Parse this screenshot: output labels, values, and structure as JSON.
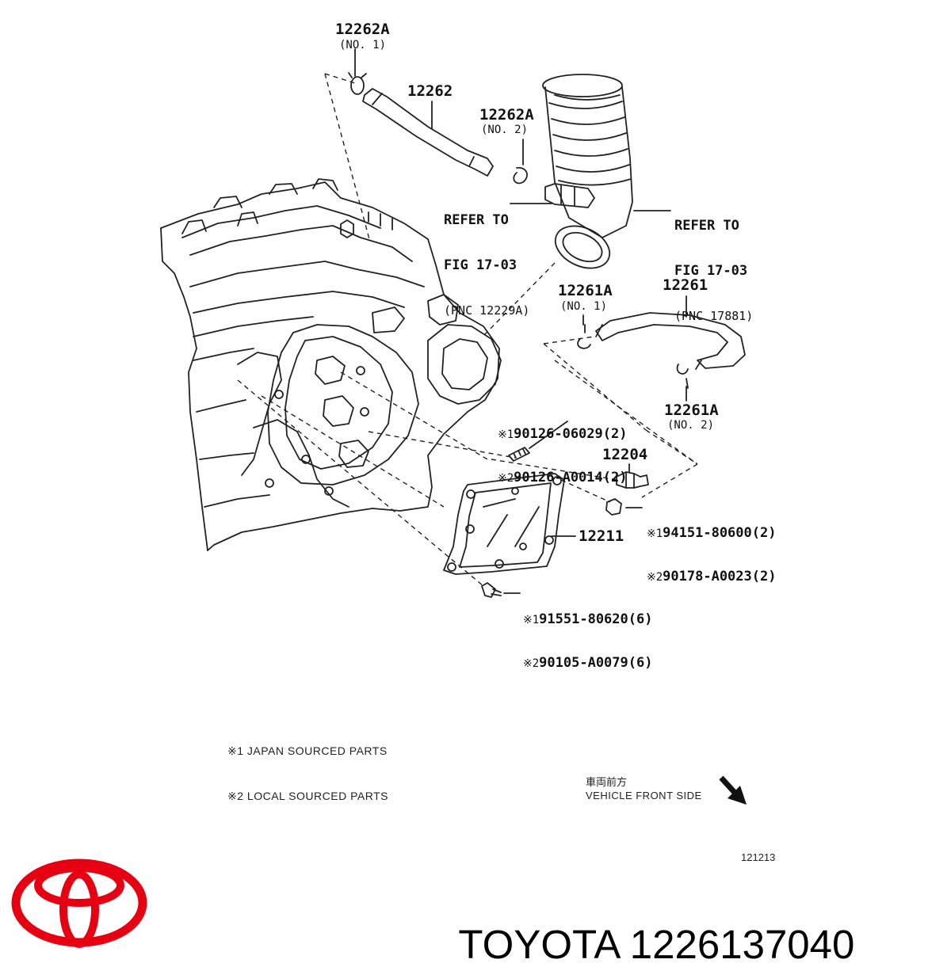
{
  "callouts": {
    "c12262A_1": {
      "num": "12262A",
      "sub": "(NO. 1)"
    },
    "c12262": {
      "num": "12262"
    },
    "c12262A_2": {
      "num": "12262A",
      "sub": "(NO. 2)"
    },
    "refer_left": {
      "line1": "REFER TO",
      "line2": "FIG 17-03",
      "line3": "(PNC 12229A)"
    },
    "refer_right": {
      "line1": "REFER TO",
      "line2": "FIG 17-03",
      "line3": "(PNC 17881)"
    },
    "c12261A_1": {
      "num": "12261A",
      "sub": "(NO. 1)"
    },
    "c12261": {
      "num": "12261"
    },
    "c12261A_2": {
      "num": "12261A",
      "sub": "(NO. 2)"
    },
    "stud": {
      "mark1": "※1",
      "line1": "90126-06029(2)",
      "mark2": "※2",
      "line2": "90126-A0014(2)"
    },
    "c12204": {
      "num": "12204"
    },
    "nut": {
      "mark1": "※1",
      "line1": "94151-80600(2)",
      "mark2": "※2",
      "line2": "90178-A0023(2)"
    },
    "c12211": {
      "num": "12211"
    },
    "bolt": {
      "mark1": "※1",
      "line1": "91551-80620(6)",
      "mark2": "※2",
      "line2": "90105-A0079(6)"
    }
  },
  "legend": {
    "line1": "※1 JAPAN SOURCED PARTS",
    "line2": "※2 LOCAL SOURCED PARTS"
  },
  "orientation": {
    "jp": "車両前方",
    "en": "VEHICLE FRONT SIDE"
  },
  "figure_id": "121213",
  "brand": {
    "name": "TOYOTA",
    "part_number": "1226137040",
    "logo_color": "#e60012"
  }
}
